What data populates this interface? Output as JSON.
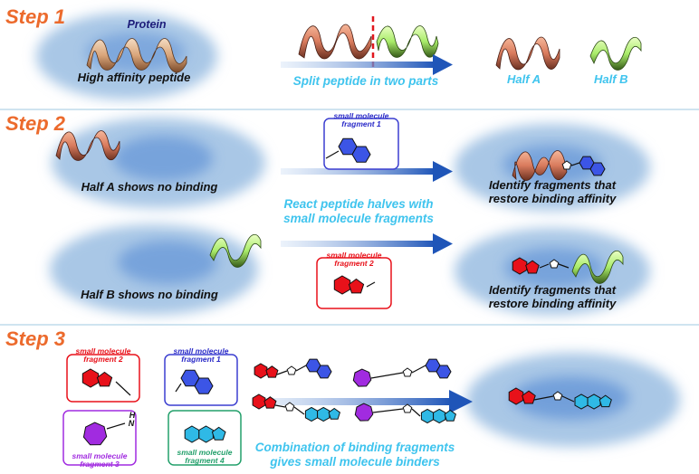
{
  "steps": {
    "s1": "Step 1",
    "s2": "Step 2",
    "s3": "Step 3"
  },
  "step1": {
    "protein": "Protein",
    "peptide": "High affinity peptide",
    "split": "Split peptide in two parts",
    "half_a": "Half A",
    "half_b": "Half B"
  },
  "step2": {
    "frag1_l1": "small molecule",
    "frag1_l2": "fragment 1",
    "a_nobind": "Half A shows no binding",
    "b_nobind": "Half B shows no binding",
    "react_l1": "React peptide halves with",
    "react_l2": "small molecule fragments",
    "frag2_l1": "small molecule",
    "frag2_l2": "fragment 2",
    "identify_l1": "Identify fragments that",
    "identify_l2": "restore binding affinity"
  },
  "step3": {
    "f2_l1": "small molecule",
    "f2_l2": "fragment 2",
    "f1_l1": "small molecule",
    "f1_l2": "fragment 1",
    "f3_l1": "small molecule",
    "f3_l2": "fragment 3",
    "f4_l1": "small molecule",
    "f4_l2": "fragment 4",
    "nh": "N",
    "nh_h": "H",
    "combo_l1": "Combination of binding fragments",
    "combo_l2": "gives small molecule binders"
  },
  "colors": {
    "orange": "#ec6a2c",
    "cyan": "#3fc4ee",
    "red": "#e8111a",
    "blue": "#3c55e6",
    "purple": "#a12be0",
    "teal": "#2fb9e6",
    "cloud": "#a9c7e6",
    "pocket": "#4f86d3"
  }
}
